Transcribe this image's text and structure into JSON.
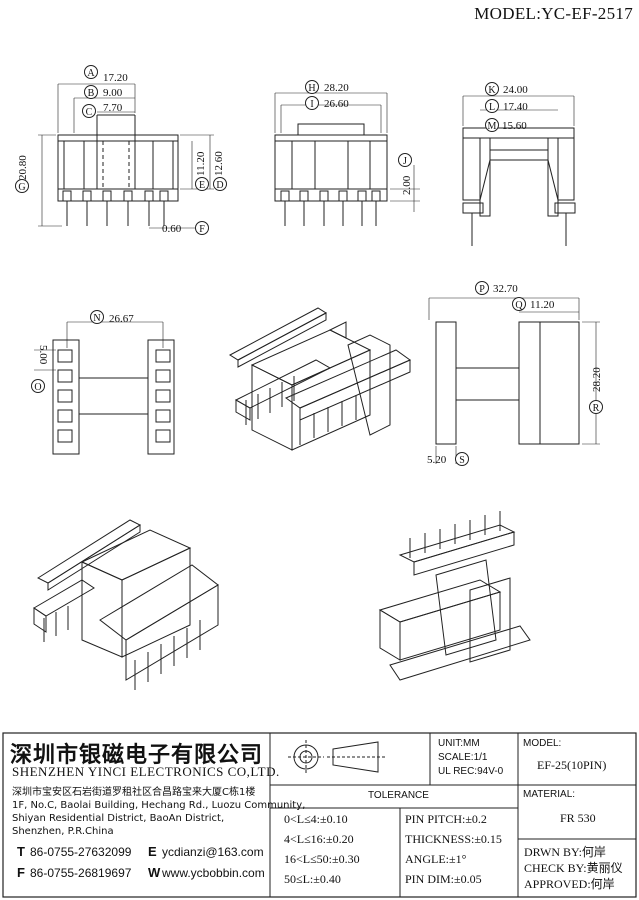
{
  "model_header": "MODEL:YC-EF-2517",
  "dims": {
    "A": {
      "letter": "A",
      "value": "17.20"
    },
    "B": {
      "letter": "B",
      "value": "9.00"
    },
    "C": {
      "letter": "C",
      "value": "7.70"
    },
    "D": {
      "letter": "D",
      "value": "12.60"
    },
    "E": {
      "letter": "E",
      "value": "11.20"
    },
    "F": {
      "letter": "F",
      "value": "0.60"
    },
    "G": {
      "letter": "G",
      "value": "20.80"
    },
    "H": {
      "letter": "H",
      "value": "28.20"
    },
    "I": {
      "letter": "I",
      "value": "26.60"
    },
    "J": {
      "letter": "J",
      "value": "2.00"
    },
    "K": {
      "letter": "K",
      "value": "24.00"
    },
    "L": {
      "letter": "L",
      "value": "17.40"
    },
    "M": {
      "letter": "M",
      "value": "15.60"
    },
    "N": {
      "letter": "N",
      "value": "26.67"
    },
    "O": {
      "letter": "O",
      "value": "5.00"
    },
    "P": {
      "letter": "P",
      "value": "32.70"
    },
    "Q": {
      "letter": "Q",
      "value": "11.20"
    },
    "R": {
      "letter": "R",
      "value": "28.20"
    },
    "S": {
      "letter": "S",
      "value": "5.20"
    }
  },
  "company": {
    "name_cn": "深圳市银磁电子有限公司",
    "name_en": "SHENZHEN YINCI ELECTRONICS CO,LTD.",
    "address_lines": [
      "深圳市宝安区石岩街道罗租社区合昌路宝来大厦C栋1楼",
      "1F, No.C, Baolai Building, Hechang Rd., Luozu Community,",
      "Shiyan Residential District, BaoAn District,",
      "Shenzhen, P.R.China"
    ],
    "tel_label": "T",
    "tel": "86-0755-27632099",
    "fax_label": "F",
    "fax": "86-0755-26819697",
    "email_label": "E",
    "email": "ycdianzi@163.com",
    "web_label": "W",
    "web": "www.ycbobbin.com"
  },
  "spec": {
    "unit": "UNIT:MM",
    "scale": "SCALE:1/1",
    "ul": "UL REC:94V-0",
    "tolerance_title": "TOLERANCE",
    "tolerances": [
      "0<L≤4:±0.10",
      "4<L≤16:±0.20",
      "16<L≤50:±0.30",
      "50≤L:±0.40"
    ],
    "pin_specs": [
      "PIN PITCH:±0.2",
      "THICKNESS:±0.15",
      "ANGLE:±1°",
      "PIN DIM:±0.05"
    ]
  },
  "title_block": {
    "model_label": "MODEL:",
    "model_value": "EF-25(10PIN)",
    "material_label": "MATERIAL:",
    "material_value": "FR 530",
    "drawn": "DRWN BY:何岸",
    "check": "CHECK BY:黄丽仪",
    "approved": "APPROVED:何岸"
  }
}
